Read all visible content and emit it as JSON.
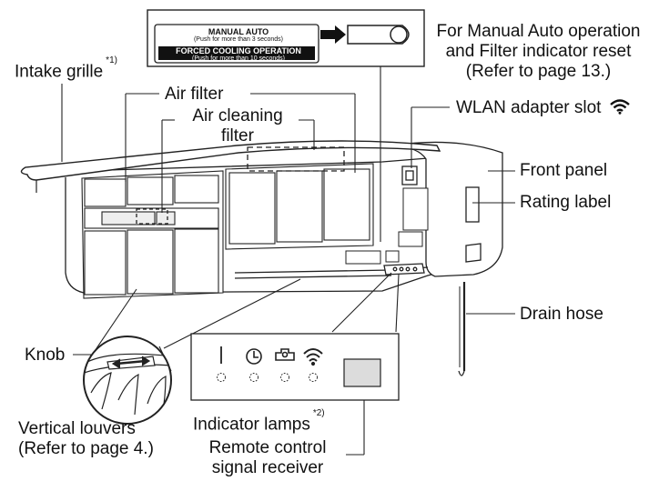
{
  "labels": {
    "intake_grille": "Intake grille",
    "intake_grille_note": "*1)",
    "air_filter": "Air filter",
    "air_cleaning_filter_line1": "Air cleaning",
    "air_cleaning_filter_line2": "filter",
    "manual_auto_line1": "For Manual Auto operation",
    "manual_auto_line2": "and Filter indicator reset",
    "manual_auto_line3": "(Refer to page 13.)",
    "wlan_slot": "WLAN adapter slot",
    "front_panel": "Front panel",
    "rating_label": "Rating label",
    "drain_hose": "Drain hose",
    "knob": "Knob",
    "vertical_louvers_line1": "Vertical louvers",
    "vertical_louvers_line2": "(Refer to page 4.)",
    "indicator_lamps": "Indicator lamps",
    "indicator_lamps_note": "*2)",
    "remote_receiver_line1": "Remote control",
    "remote_receiver_line2": "signal receiver"
  },
  "sticker": {
    "manual_auto_title": "MANUAL AUTO",
    "manual_auto_sub": "(Push for more than 3 seconds)",
    "forced_cooling_title": "FORCED COOLING OPERATION",
    "forced_cooling_sub": "(Push for more than 10 seconds)"
  },
  "icons": [
    "power-icon",
    "timer-icon",
    "filter-icon",
    "wifi-icon"
  ]
}
